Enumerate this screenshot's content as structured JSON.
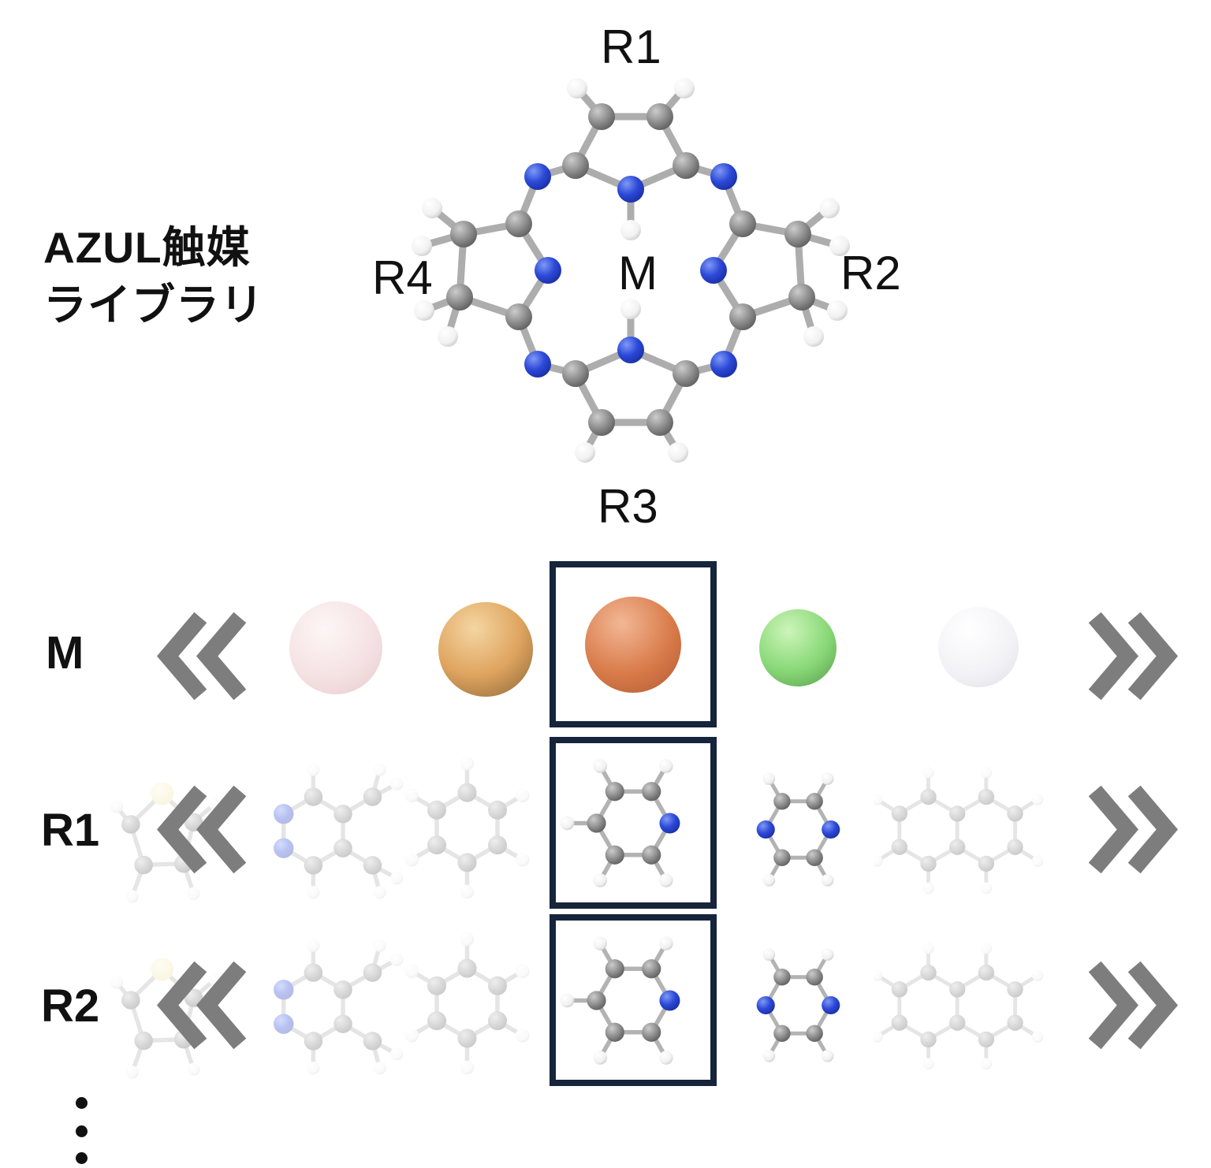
{
  "title": {
    "line1": "AZUL触媒",
    "line2": "ライブラリ"
  },
  "structure": {
    "labels": {
      "r1": "R1",
      "r2": "R2",
      "r3": "R3",
      "r4": "R4",
      "m": "M"
    },
    "atom_colors": {
      "carbon": "#8f8f8f",
      "nitrogen": "#2c49d8",
      "hydrogen": "#ffffff"
    }
  },
  "carousel": {
    "chevron_color": "#7d7d7d",
    "selection_border_color": "#16243c",
    "rows": [
      {
        "label": "M",
        "options": [
          {
            "name": "pale-pink-sphere",
            "color": "#f5e2e3",
            "selected": false
          },
          {
            "name": "tan-sphere",
            "color": "#dfa45f",
            "selected": false
          },
          {
            "name": "orange-sphere",
            "color": "#d97b4a",
            "selected": true
          },
          {
            "name": "green-sphere",
            "color": "#88d877",
            "selected": false
          },
          {
            "name": "white-sphere",
            "color": "#f4f4f7",
            "selected": false
          }
        ]
      },
      {
        "label": "R1",
        "options": [
          {
            "name": "thiophene",
            "faded": true,
            "selected": false
          },
          {
            "name": "dimethylpyrazine",
            "faded": true,
            "selected": false
          },
          {
            "name": "benzene",
            "faded": true,
            "selected": false
          },
          {
            "name": "pyridine",
            "faded": false,
            "selected": true
          },
          {
            "name": "pyrazine",
            "faded": false,
            "selected": false
          },
          {
            "name": "naphthalene",
            "faded": true,
            "selected": false
          }
        ]
      },
      {
        "label": "R2",
        "options": [
          {
            "name": "thiophene",
            "faded": true,
            "selected": false
          },
          {
            "name": "dimethylpyrazine",
            "faded": true,
            "selected": false
          },
          {
            "name": "benzene",
            "faded": true,
            "selected": false
          },
          {
            "name": "pyridine",
            "faded": false,
            "selected": true
          },
          {
            "name": "pyrazine",
            "faded": false,
            "selected": false
          },
          {
            "name": "naphthalene",
            "faded": true,
            "selected": false
          }
        ]
      }
    ]
  }
}
